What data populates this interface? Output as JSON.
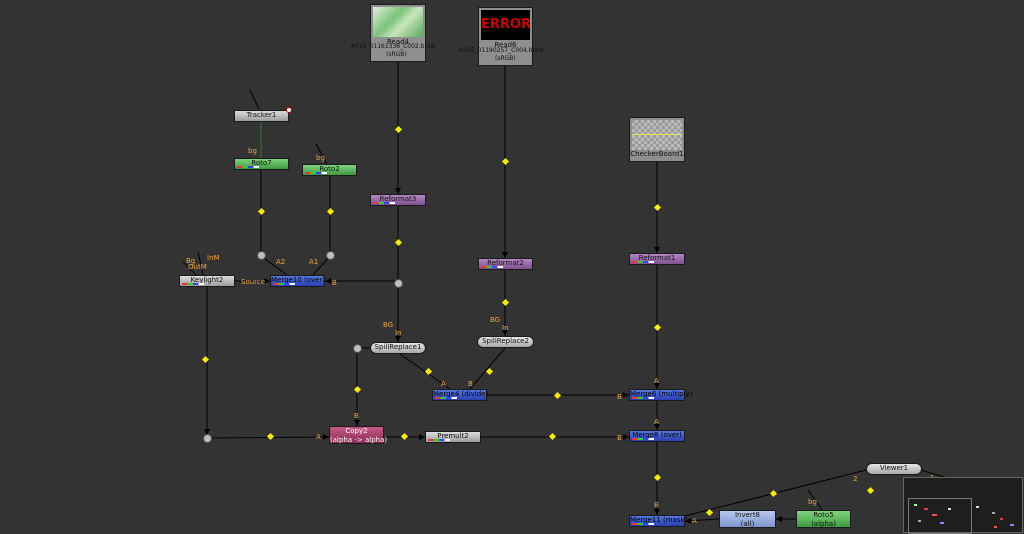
{
  "graph": {
    "nodes": {
      "read4": {
        "title": "Read4",
        "file": "A015_01161336_C002.braw",
        "colorspace": "(sRGB)"
      },
      "read6": {
        "title": "Read6",
        "file": "A015_01190257_C004.braw",
        "colorspace": "(sRGB)",
        "error": "ERROR"
      },
      "checkerboard1": {
        "title": "CheckerBoard1"
      },
      "tracker1": {
        "title": "Tracker1"
      },
      "roto7": {
        "title": "Roto7"
      },
      "roto2": {
        "title": "Roto2"
      },
      "reformat3": {
        "title": "Reformat3"
      },
      "reformat2": {
        "title": "Reformat2"
      },
      "reformat1": {
        "title": "Reformat1"
      },
      "keylight2": {
        "title": "Keylight2"
      },
      "merge10": {
        "title": "Merge10 (over)"
      },
      "spillreplace1": {
        "title": "SpillReplace1"
      },
      "spillreplace2": {
        "title": "SpillReplace2"
      },
      "merge4": {
        "title": "Merge4 (divide)"
      },
      "merge6": {
        "title": "Merge6 (multiply)"
      },
      "copy2": {
        "title": "Copy2",
        "sub": "(alpha -> alpha)"
      },
      "premult2": {
        "title": "Premult2"
      },
      "merge8": {
        "title": "Merge8 (over)"
      },
      "merge11": {
        "title": "Merge11 (mask)"
      },
      "invert8": {
        "title": "Invert8",
        "sub": "(all)"
      },
      "roto5": {
        "title": "Roto5",
        "sub": "(alpha)"
      },
      "viewer1": {
        "title": "Viewer1"
      }
    },
    "input_labels": {
      "roto7_bg": "bg",
      "roto2_bg": "bg",
      "keylight_bg": "Bg",
      "keylight_inm": "InM",
      "keylight_outm": "OutM",
      "keylight_source": "Source",
      "merge10_a2": "A2",
      "merge10_a1": "A1",
      "merge10_b": "B",
      "spill1_bg": "BG",
      "spill1_in": "In",
      "spill2_bg": "BG",
      "spill2_in": "In",
      "merge4_a": "A",
      "merge4_b": "B",
      "merge6_a": "A",
      "merge6_b": "B",
      "copy2_a": "A",
      "copy2_b": "B",
      "merge8_a": "A",
      "merge8_b": "B",
      "merge11_a": "A",
      "merge11_b": "B",
      "roto5_bg": "bg",
      "viewer_2": "2",
      "viewer_1": "1"
    }
  },
  "colors": {
    "background": "#333333",
    "edge": "#000000",
    "pipe_dot": "#f5ee00",
    "input_label": "#f0a640"
  },
  "icons": {
    "pipe_dot": "diamond",
    "dot_node": "circle",
    "minimap": "navigator-thumbnail"
  }
}
